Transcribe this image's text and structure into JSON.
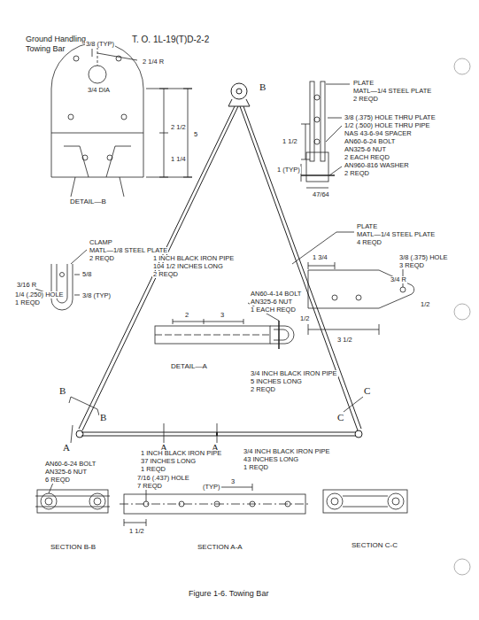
{
  "diagram": {
    "caption": "Figure 1-6. Towing Bar",
    "labels": [
      "Ground Handling",
      "Towing Bar",
      "T. O. 1L-19(T)D-2-2",
      "3/8 (TYP)",
      "2 1/4 R",
      "3/4 DIA",
      "2 1/2",
      "5",
      "1 1/4",
      "DETAIL—B",
      "B",
      "PLATE",
      "MATL—1/4 STEEL PLATE",
      "2 REQD",
      "3/8 (.375) HOLE THRU PLATE",
      "1/2 (.500) HOLE THRU PIPE",
      "NAS 43-6-94 SPACER",
      "AN60-6-24 BOLT",
      "AN325-6 NUT",
      "2 EACH REQD",
      "AN960-816 WASHER",
      "2 REQD",
      "1 1/2",
      "1 (TYP)",
      "47/64",
      "PLATE",
      "MATL—1/4 STEEL PLATE",
      "4 REQD",
      "3/8 (.375) HOLE",
      "3 REQD",
      "1 3/4",
      "3/4 R",
      "1/2",
      "1/2",
      "3 1/2",
      "CLAMP",
      "MATL—1/8 STEEL PLATE",
      "2 REQD",
      "3/16 R",
      "1/4 (.250) HOLE",
      "1 REQD",
      "5/8",
      "3/8 (TYP)",
      "1 INCH BLACK IRON PIPE",
      "104 1/2 INCHES LONG",
      "2 REQD",
      "AN60-4-14 BOLT",
      "AN325-6 NUT",
      "1 EACH REQD",
      "2",
      "3",
      "DETAIL—A",
      "3/4 INCH BLACK IRON PIPE",
      "5 INCHES LONG",
      "2 REQD",
      "B",
      "B",
      "A",
      "A",
      "A",
      "C",
      "C",
      "1 INCH BLACK IRON PIPE",
      "37 INCHES LONG",
      "1 REQD",
      "3/4 INCH BLACK IRON PIPE",
      "43 INCHES LONG",
      "1 REQD",
      "AN60-6-24 BOLT",
      "AN325-6 NUT",
      "6 REQD",
      "7/16 (.437) HOLE",
      "7 REQD",
      "3",
      "(TYP)",
      "1 1/2",
      "SECTION B-B",
      "SECTION A-A",
      "SECTION C-C"
    ]
  }
}
